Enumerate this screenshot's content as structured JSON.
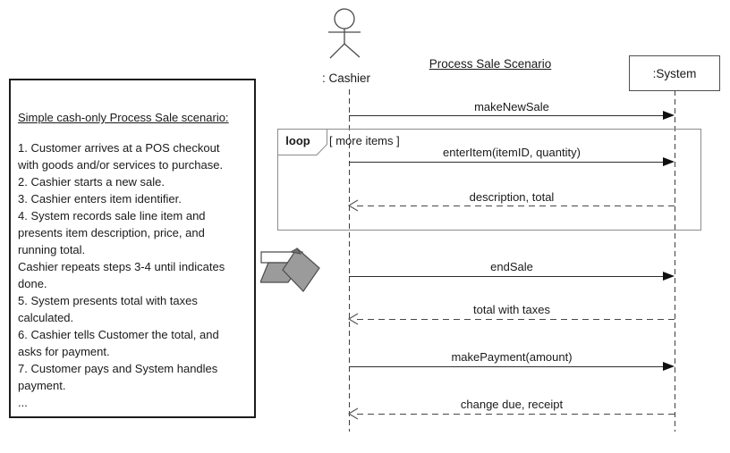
{
  "scenario_box": {
    "heading": "Simple cash-only Process Sale scenario:",
    "lines": [
      "1. Customer arrives at a POS checkout",
      "with goods and/or services to purchase.",
      "2. Cashier starts a new sale.",
      "3. Cashier enters item identifier.",
      "4. System records sale line item and",
      "presents item description, price, and",
      "running total.",
      "Cashier repeats steps 3-4 until indicates",
      "done.",
      "5. System presents total with taxes",
      "calculated.",
      "6. Cashier tells Customer the total, and",
      "asks for payment.",
      "7. Customer pays and System handles",
      "payment.",
      "..."
    ]
  },
  "diagram": {
    "title": "Process Sale Scenario",
    "actor_label": ": Cashier",
    "system_label": ":System",
    "loop": {
      "operator": "loop",
      "guard": "[ more items ]"
    },
    "messages": [
      {
        "label": "makeNewSale",
        "type": "synchronous",
        "from": "Cashier",
        "to": "System"
      },
      {
        "label": "enterItem(itemID, quantity)",
        "type": "synchronous",
        "from": "Cashier",
        "to": "System"
      },
      {
        "label": "description, total",
        "type": "return",
        "from": "System",
        "to": "Cashier"
      },
      {
        "label": "endSale",
        "type": "synchronous",
        "from": "Cashier",
        "to": "System"
      },
      {
        "label": "total with taxes",
        "type": "return",
        "from": "System",
        "to": "Cashier"
      },
      {
        "label": "makePayment(amount)",
        "type": "synchronous",
        "from": "Cashier",
        "to": "System"
      },
      {
        "label": "change due, receipt",
        "type": "return",
        "from": "System",
        "to": "Cashier"
      }
    ]
  },
  "colors": {
    "background": "#ffffff",
    "line": "#2e2e2e",
    "frame_border": "#8c8c8c",
    "box_border": "#1c1c1c",
    "arrow_icon_fill": "#9b9b9b"
  }
}
